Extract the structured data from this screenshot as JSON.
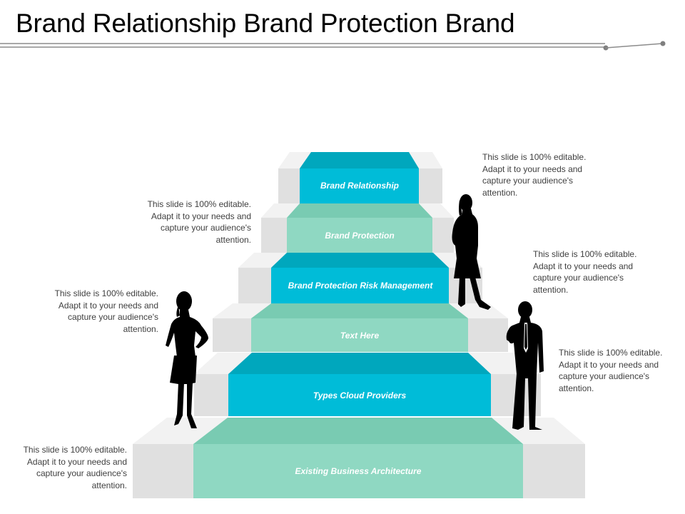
{
  "title": "Brand Relationship Brand Protection Brand",
  "colors": {
    "blue_front": "#00bcd8",
    "blue_top": "#00a7bd",
    "teal_front": "#8fd8c2",
    "teal_top": "#79cbb2",
    "gray_side": "#e0e0e0",
    "gray_top": "#f2f2f2",
    "text_gray": "#404040"
  },
  "steps": [
    {
      "label": "Existing Business  Architecture",
      "color": "teal"
    },
    {
      "label": "Types  Cloud Providers",
      "color": "blue"
    },
    {
      "label": "Text Here",
      "color": "teal"
    },
    {
      "label": "Brand Protection  Risk Management",
      "color": "blue"
    },
    {
      "label": "Brand Protection",
      "color": "teal"
    },
    {
      "label": "Brand Relationship",
      "color": "blue"
    }
  ],
  "notes": {
    "left_top": "This slide is 100% editable. Adapt it to your needs and capture your audience's attention.",
    "left_middle": "This slide is 100% editable. Adapt it to your needs and capture your audience's attention.",
    "left_bottom": "This slide is 100% editable. Adapt it to your needs and capture your audience's attention.",
    "right_top": "This slide is 100% editable. Adapt it to your needs and capture your audience's attention.",
    "right_middle": "This slide is 100% editable. Adapt it to your needs and capture your audience's attention.",
    "right_bottom": "This slide is 100% editable. Adapt it to your needs and capture your audience's attention."
  },
  "figures": [
    "woman-silhouette-icon",
    "woman-silhouette-icon",
    "businessman-silhouette-icon"
  ]
}
